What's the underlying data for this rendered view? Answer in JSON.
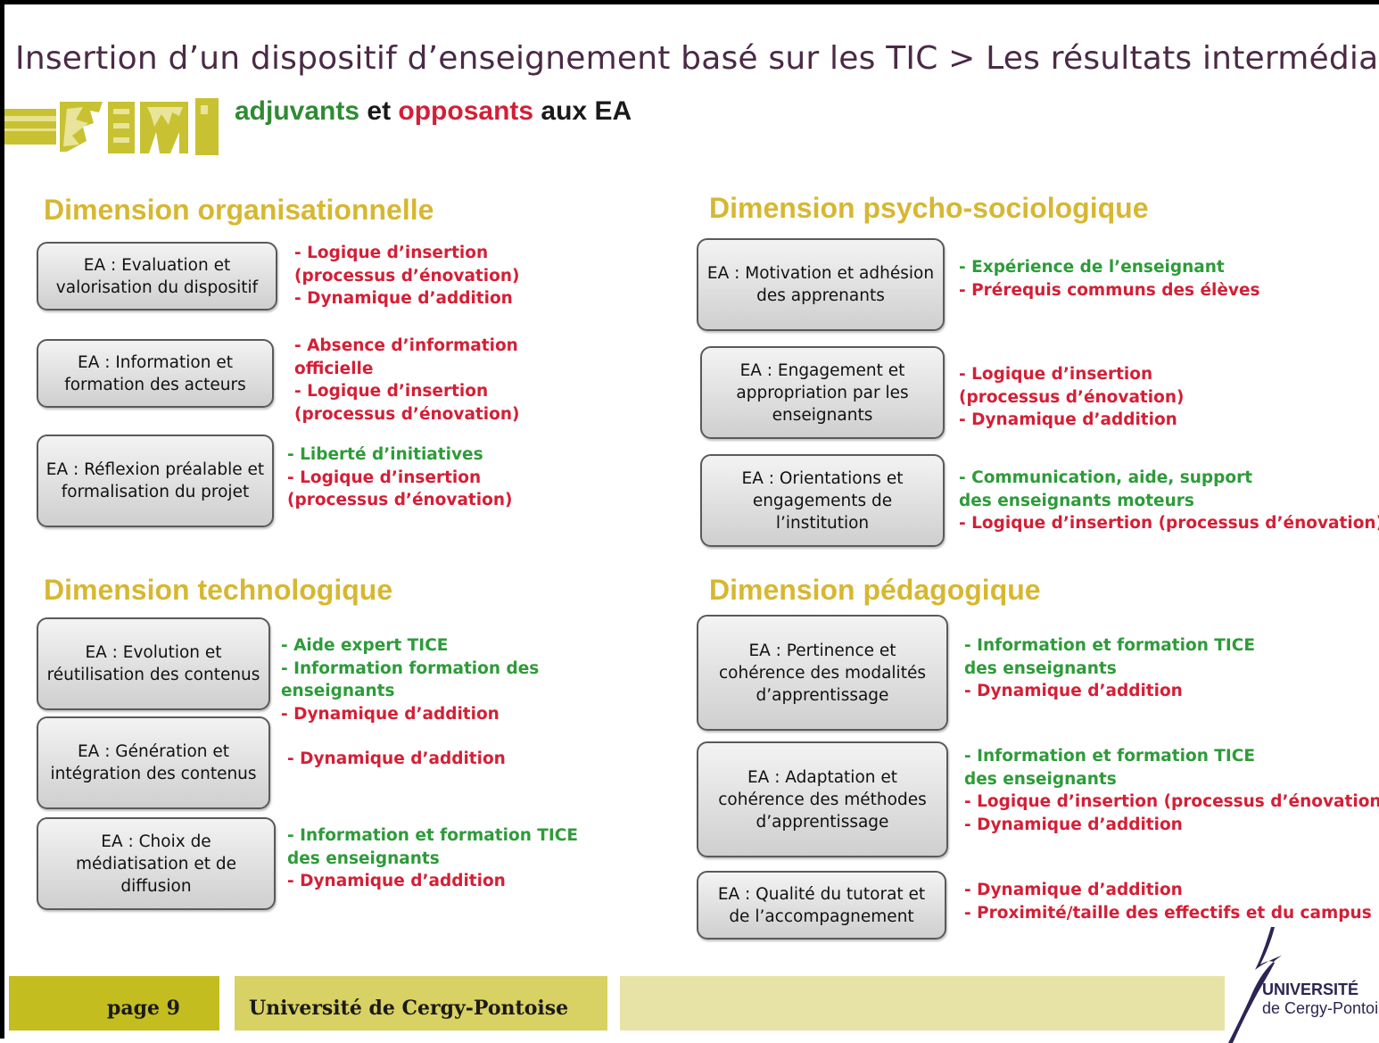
{
  "title": "Insertion d’un dispositif d’enseignement basé sur les TIC > Les résultats intermédiaires",
  "subtitle": {
    "part1": "adjuvants",
    "part2": " et ",
    "part3": "opposants",
    "part4": " aux EA"
  },
  "colors": {
    "positive": "#2e9b3a",
    "negative": "#d41f36",
    "dimension": "#d7b732",
    "title": "#4b2a46"
  },
  "dimensions": {
    "organisationnelle": {
      "title": "Dimension organisationnelle",
      "items": [
        {
          "box": "EA : Evaluation et valorisation du dispositif",
          "factors": [
            {
              "text": "- Logique d’insertion (processus d’énovation)",
              "type": "negative"
            },
            {
              "text": "- Dynamique d’addition",
              "type": "negative"
            }
          ]
        },
        {
          "box": "EA : Information et formation des acteurs",
          "factors": [
            {
              "text": "- Absence d’information officielle",
              "type": "negative"
            },
            {
              "text": "- Logique d’insertion (processus d’énovation)",
              "type": "negative"
            }
          ]
        },
        {
          "box": "EA : Réflexion préalable et formalisation du projet",
          "factors": [
            {
              "text": "- Liberté d’initiatives",
              "type": "positive"
            },
            {
              "text": "- Logique d’insertion (processus d’énovation)",
              "type": "negative"
            }
          ]
        }
      ]
    },
    "psycho": {
      "title": "Dimension psycho-sociologique",
      "items": [
        {
          "box": "EA : Motivation et adhésion des apprenants",
          "factors": [
            {
              "text": "- Expérience de l’enseignant",
              "type": "positive"
            },
            {
              "text": "- Prérequis communs des élèves",
              "type": "negative"
            }
          ]
        },
        {
          "box": "EA : Engagement et appropriation par les enseignants",
          "factors": [
            {
              "text": "- Logique d’insertion (processus d’énovation)",
              "type": "negative"
            },
            {
              "text": "- Dynamique d’addition",
              "type": "negative"
            }
          ]
        },
        {
          "box": "EA : Orientations et engagements de l’institution",
          "factors": [
            {
              "text": "- Communication, aide, support des enseignants moteurs",
              "type": "positive"
            },
            {
              "text": "- Logique d’insertion (processus d’énovation)",
              "type": "negative"
            }
          ]
        }
      ]
    },
    "technologique": {
      "title": "Dimension technologique",
      "items": [
        {
          "box": "EA : Evolution et réutilisation des contenus",
          "factors": [
            {
              "text": "- Aide expert TICE",
              "type": "positive"
            },
            {
              "text": "- Information formation des enseignants",
              "type": "positive"
            },
            {
              "text": "- Dynamique d’addition",
              "type": "negative"
            }
          ]
        },
        {
          "box": "EA : Génération et intégration des contenus",
          "factors": [
            {
              "text": "- Dynamique d’addition",
              "type": "negative"
            }
          ]
        },
        {
          "box": "EA : Choix de médiatisation et de diffusion",
          "factors": [
            {
              "text": "- Information et formation TICE des enseignants",
              "type": "positive"
            },
            {
              "text": "- Dynamique d’addition",
              "type": "negative"
            }
          ]
        }
      ]
    },
    "pedagogique": {
      "title": "Dimension pédagogique",
      "items": [
        {
          "box": "EA : Pertinence et cohérence des modalités d’apprentissage",
          "factors": [
            {
              "text": "- Information et formation TICE des enseignants",
              "type": "positive"
            },
            {
              "text": "- Dynamique d’addition",
              "type": "negative"
            }
          ]
        },
        {
          "box": "EA : Adaptation et cohérence des méthodes d’apprentissage",
          "factors": [
            {
              "text": "- Information et formation TICE des enseignants",
              "type": "positive"
            },
            {
              "text": "- Logique d’insertion (processus d’énovation)",
              "type": "negative"
            },
            {
              "text": "- Dynamique d’addition",
              "type": "negative"
            }
          ]
        },
        {
          "box": "EA : Qualité du tutorat et de l’accompagnement",
          "factors": [
            {
              "text": "- Dynamique d’addition",
              "type": "negative"
            },
            {
              "text": "- Proximité/taille des effectifs et du campus",
              "type": "negative"
            }
          ]
        }
      ]
    }
  },
  "footer": {
    "page": "page 9",
    "university": "Université de Cergy-Pontoise",
    "logo_line1": "UNIVERSITÉ",
    "logo_line2": "de Cergy-Pontoise"
  }
}
